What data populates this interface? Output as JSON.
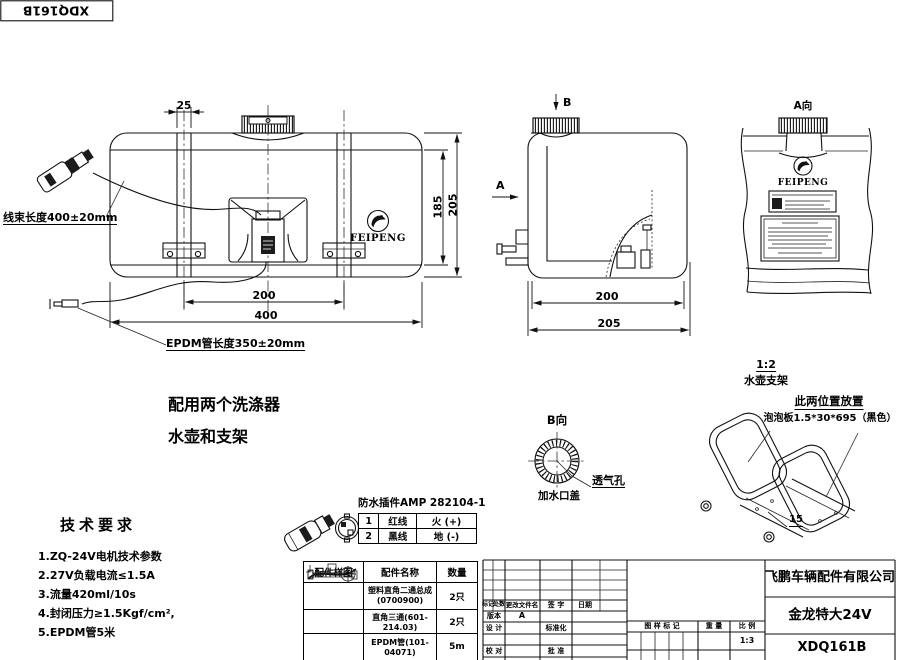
{
  "corner": {
    "code": "XDQ161B"
  },
  "front_view": {
    "dims": {
      "strap_width": "25",
      "inner_height": "185",
      "outer_height": "205",
      "strap_span": "200",
      "length": "400"
    },
    "harness_note": "线束长度400±20mm",
    "hose_note": "EPDM管长度350±20mm",
    "brand": "FEIPENG"
  },
  "side_view": {
    "label_a": "A",
    "label_b": "B",
    "dims": {
      "inner_width": "200",
      "outer_width": "205"
    }
  },
  "a_view": {
    "title": "A向",
    "brand": "FEIPENG"
  },
  "b_view": {
    "title": "B向",
    "vent_note": "透气孔",
    "cap_note": "加水口盖"
  },
  "bracket_view": {
    "scale": "1:2",
    "name": "水壶支架",
    "note_line1": "此两位置放置",
    "note_line2": "泡泡板1.5*30*695（黑色）",
    "dim_base": "15"
  },
  "caption": {
    "line1": "配用两个洗涤器",
    "line2": "水壶和支架"
  },
  "tech_requirements": {
    "title": "技术要求",
    "items": [
      "1.ZQ-24V电机技术参数",
      "2.27V负载电流≤1.5A",
      "3.流量420ml/10s",
      "4.封闭压力≥1.5Kgf/cm²,",
      "5.EPDM管5米"
    ]
  },
  "connector_spec": {
    "title": "防水插件AMP 282104-1",
    "rows": [
      {
        "pin": "1",
        "wire": "红线",
        "signal": "火 (+)"
      },
      {
        "pin": "2",
        "wire": "黑线",
        "signal": "地 (-)"
      }
    ]
  },
  "parts_table": {
    "headers": [
      "配件样图",
      "配件名称",
      "数量"
    ],
    "rows": [
      {
        "name": "塑料直角二通总成",
        "code": "(0700900)",
        "qty": "2只"
      },
      {
        "name": "直角三通(601-214.03)",
        "code": "",
        "qty": "2只"
      },
      {
        "name": "EPDM管(101-04071)",
        "code": "",
        "qty": "5m"
      }
    ]
  },
  "title_block": {
    "company": "飞鹏车辆配件有限公司",
    "product": "金龙特大24V",
    "drawing_no": "XDQ161B",
    "labels": {
      "mark": "标记",
      "count": "处数",
      "change_doc": "更改文件名",
      "signature": "签 字",
      "date": "日期",
      "version": "版本",
      "version_value": "A",
      "design": "设 计",
      "standardization": "标准化",
      "proofread": "校 对",
      "approve": "批 准",
      "drawing_mark": "图 样 标 记",
      "weight": "重 量",
      "scale": "比 例",
      "scale_value": "1:3"
    }
  },
  "colors": {
    "ink": "#111111",
    "paper": "#ffffff"
  }
}
